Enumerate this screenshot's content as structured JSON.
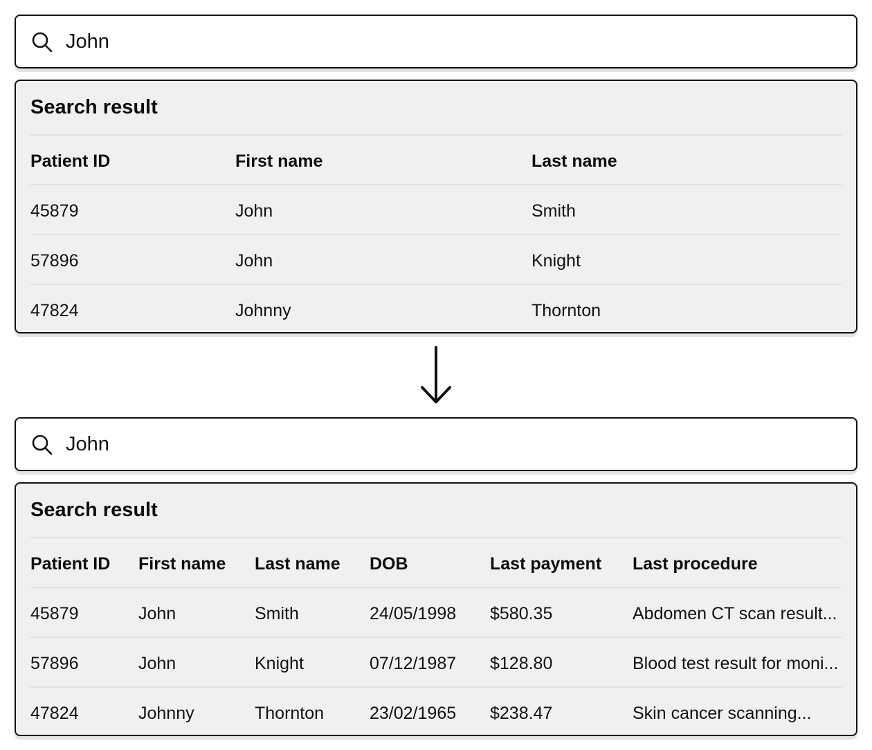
{
  "before": {
    "search": {
      "icon": "search-icon",
      "value": "John"
    },
    "results": {
      "title": "Search result",
      "columns": [
        "Patient ID",
        "First name",
        "Last name"
      ],
      "rows": [
        [
          "45879",
          "John",
          "Smith"
        ],
        [
          "57896",
          "John",
          "Knight"
        ],
        [
          "47824",
          "Johnny",
          "Thornton"
        ]
      ]
    }
  },
  "transition": {
    "icon": "arrow-down-icon"
  },
  "after": {
    "search": {
      "icon": "search-icon",
      "value": "John"
    },
    "results": {
      "title": "Search result",
      "columns": [
        "Patient ID",
        "First name",
        "Last name",
        "DOB",
        "Last payment",
        "Last procedure"
      ],
      "rows": [
        [
          "45879",
          "John",
          "Smith",
          "24/05/1998",
          "$580.35",
          "Abdomen CT scan result..."
        ],
        [
          "57896",
          "John",
          "Knight",
          "07/12/1987",
          "$128.80",
          "Blood test result for moni..."
        ],
        [
          "47824",
          "Johnny",
          "Thornton",
          "23/02/1965",
          "$238.47",
          "Skin cancer scanning..."
        ]
      ]
    }
  },
  "colors": {
    "border": "#111111",
    "panel_bg": "#f0f0f0",
    "divider": "#e1e1e1",
    "shadow": "#e4e4e4"
  }
}
